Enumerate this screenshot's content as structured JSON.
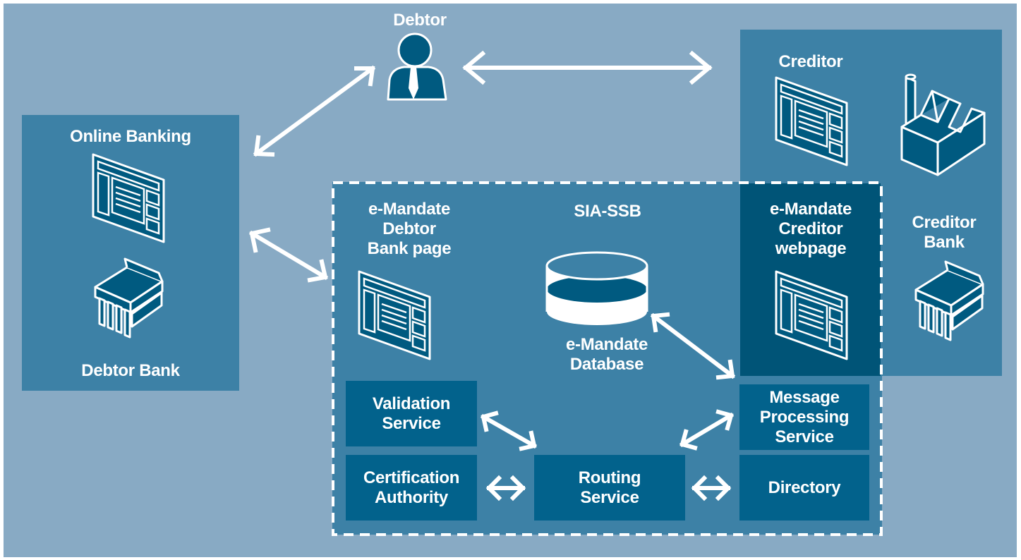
{
  "colors": {
    "background": "#88aac4",
    "panel": "#3d81a6",
    "service_box": "#02628c",
    "creditor_page_box": "#005477",
    "icon_fill": "#005a80",
    "stroke": "#ffffff"
  },
  "debtor": {
    "label": "Debtor",
    "icon": "person-icon"
  },
  "creditor": {
    "label": "Creditor",
    "page_icon": "webpage-icon",
    "factory_icon": "factory-icon"
  },
  "creditor_bank": {
    "label_line1": "Creditor",
    "label_line2": "Bank",
    "icon": "bank-building-icon"
  },
  "online_banking": {
    "title": "Online Banking",
    "page_icon": "webpage-icon",
    "bank_icon": "bank-building-icon",
    "bank_label": "Debtor Bank"
  },
  "sia_ssb": {
    "title": "SIA-SSB",
    "debtor_bank_page": {
      "line1": "e-Mandate",
      "line2": "Debtor",
      "line3": "Bank page"
    },
    "creditor_webpage": {
      "line1": "e-Mandate",
      "line2": "Creditor",
      "line3": "webpage"
    },
    "database": {
      "line1": "e-Mandate",
      "line2": "Database",
      "icon": "database-icon"
    },
    "services": {
      "validation": "Validation\nService",
      "certification": "Certification\nAuthority",
      "routing": "Routing\nService",
      "message_processing": "Message\nProcessing\nService",
      "directory": "Directory"
    }
  }
}
